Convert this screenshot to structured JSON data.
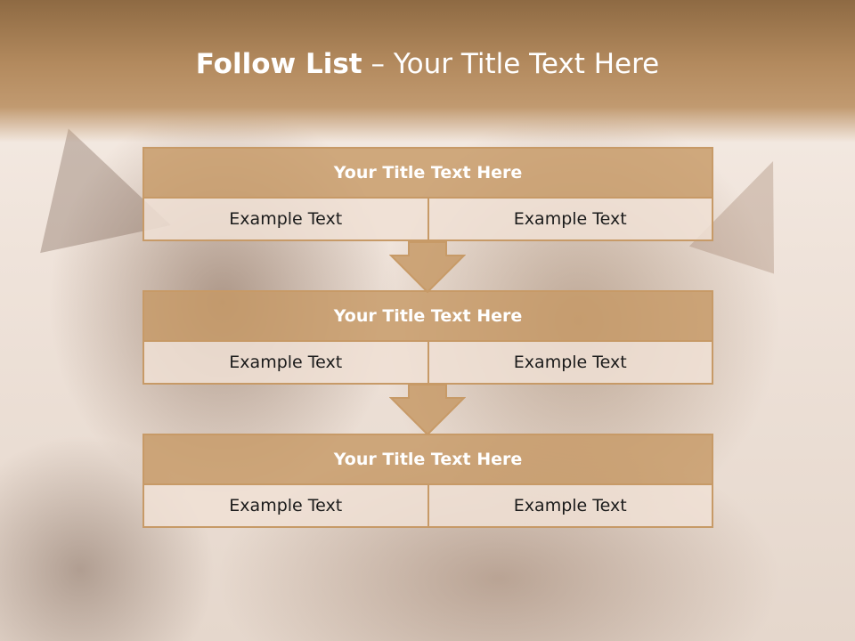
{
  "slide": {
    "title_bold": "Follow List",
    "title_rest": "– Your Title Text Here"
  },
  "blocks": [
    {
      "title": "Your Title Text Here",
      "left": "Example Text",
      "right": "Example Text"
    },
    {
      "title": "Your Title Text Here",
      "left": "Example Text",
      "right": "Example Text"
    },
    {
      "title": "Your Title Text Here",
      "left": "Example Text",
      "right": "Example Text"
    }
  ],
  "colors": {
    "accent": "#c79a67",
    "header": "#a57d52",
    "cell_fill": "#f0e1d5"
  }
}
